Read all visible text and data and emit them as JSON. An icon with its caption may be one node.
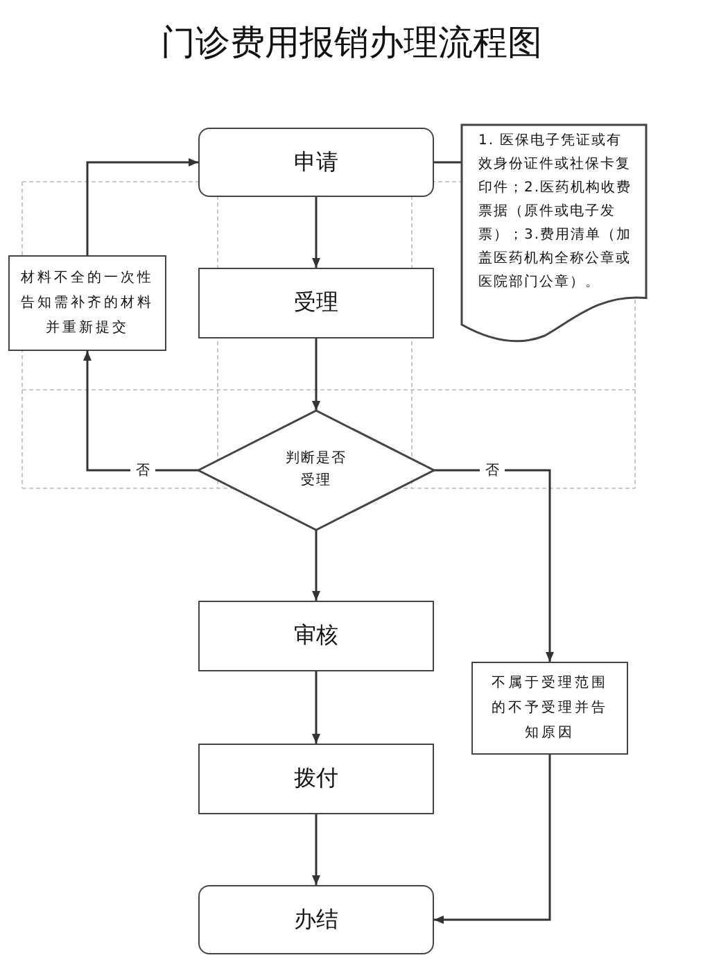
{
  "diagram": {
    "title": "门诊费用报销办理流程图",
    "nodes": [
      {
        "text": [
          "申请"
        ]
      },
      {
        "text": [
          "受理"
        ]
      },
      {
        "text": [
          "判断是否受理"
        ]
      },
      {
        "text": [
          "审核"
        ]
      },
      {
        "text": [
          "拨付"
        ]
      },
      {
        "text": [
          "办结"
        ]
      },
      {
        "text": [
          "材料不全的一次性告知需补齐的材料并重新提交"
        ]
      },
      {
        "text": [
          "不属于受理范围的不予受理并告知原因"
        ]
      },
      {
        "text": [
          "1. 医保电子凭证或有效身份证件或社保卡复印件；2.医药机构收费票据（原件或电子发票）；3.费用清单（加盖医药机构全称公章或医院部门公章）。"
        ]
      }
    ],
    "edges": [
      {
        "from": 0,
        "to": 1,
        "arrow": "to"
      },
      {
        "from": 1,
        "to": 2,
        "arrow": "to"
      },
      {
        "from": 2,
        "to": 6,
        "arrow": "to",
        "label": "否"
      },
      {
        "from": 6,
        "to": 0,
        "arrow": "to"
      },
      {
        "from": 2,
        "to": 7,
        "arrow": "to",
        "label": "否"
      },
      {
        "from": 2,
        "to": 3,
        "arrow": "to"
      },
      {
        "from": 3,
        "to": 4,
        "arrow": "to"
      },
      {
        "from": 4,
        "to": 5,
        "arrow": "to"
      },
      {
        "from": 7,
        "to": 5,
        "arrow": "to"
      },
      {
        "from": 0,
        "to": 8,
        "arrow": "none"
      }
    ]
  }
}
